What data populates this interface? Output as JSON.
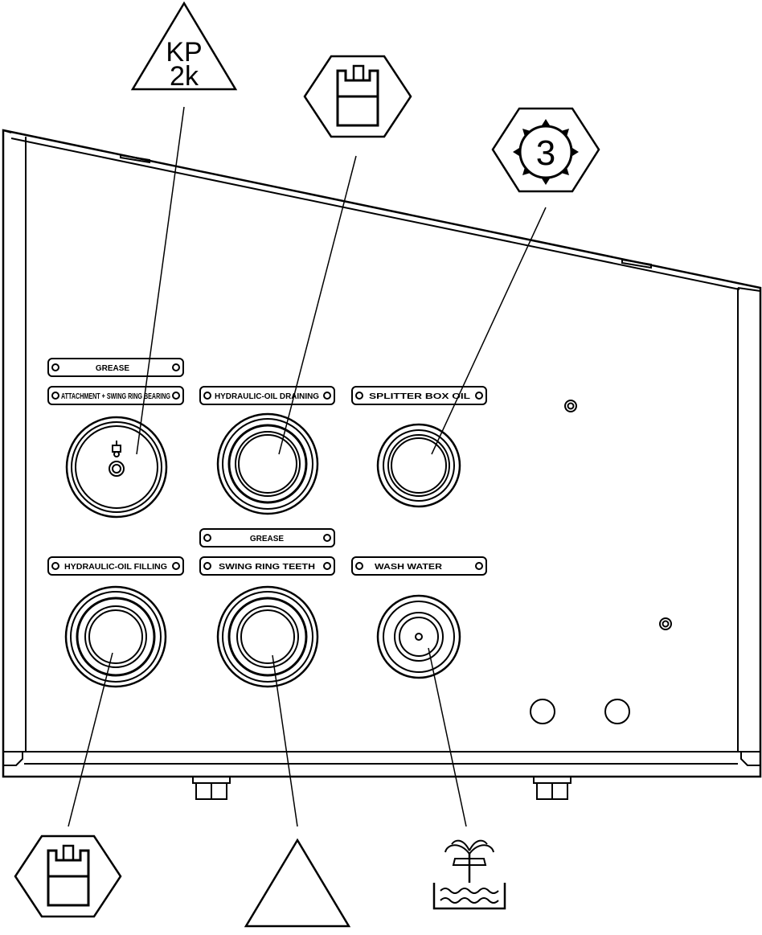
{
  "labels": {
    "grease_top": "GREASE",
    "attachment_swing": "ATTACHMENT + SWING RING BEARING",
    "hydraulic_draining": "HYDRAULIC-OIL DRAINING",
    "splitter_box": "SPLITTER BOX OIL",
    "grease_mid": "GREASE",
    "hydraulic_filling": "HYDRAULIC-OIL FILLING",
    "swing_ring_teeth": "SWING RING TEETH",
    "wash_water": "WASH WATER"
  },
  "symbols": {
    "kp_line1": "KP",
    "kp_line2": "2k",
    "gear_number": "3"
  },
  "icons": {
    "kp_grease": "triangle-kp-2k-icon",
    "oil_tank_top": "hexagon-oil-tank-icon",
    "gear_oil": "hexagon-gear-3-icon",
    "oil_tank_bottom": "hexagon-oil-tank-icon",
    "grease_triangle": "triangle-icon",
    "wash_water": "fountain-water-icon"
  },
  "colors": {
    "line": "#000000",
    "background": "#ffffff"
  }
}
